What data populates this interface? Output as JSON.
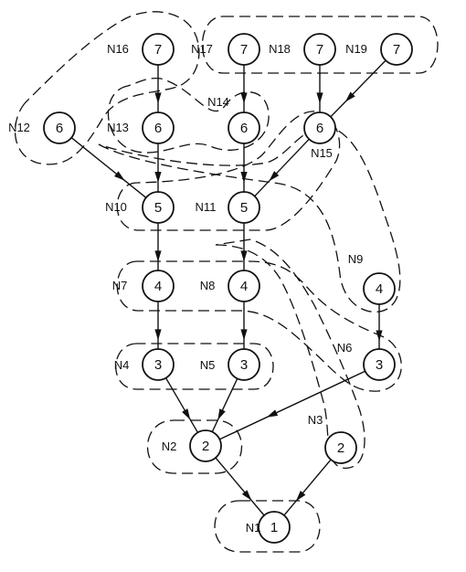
{
  "nodes": [
    {
      "id": "N1",
      "label": "N1",
      "value": "1"
    },
    {
      "id": "N2",
      "label": "N2",
      "value": "2"
    },
    {
      "id": "N3",
      "label": "N3",
      "value": "2"
    },
    {
      "id": "N4",
      "label": "N4",
      "value": "3"
    },
    {
      "id": "N5",
      "label": "N5",
      "value": "3"
    },
    {
      "id": "N6",
      "label": "N6",
      "value": "3"
    },
    {
      "id": "N7",
      "label": "N7",
      "value": "4"
    },
    {
      "id": "N8",
      "label": "N8",
      "value": "4"
    },
    {
      "id": "N9",
      "label": "N9",
      "value": "4"
    },
    {
      "id": "N10",
      "label": "N10",
      "value": "5"
    },
    {
      "id": "N11",
      "label": "N11",
      "value": "5"
    },
    {
      "id": "N12",
      "label": "N12",
      "value": "6"
    },
    {
      "id": "N13",
      "label": "N13",
      "value": "6"
    },
    {
      "id": "N14",
      "label": "N14",
      "value": "6"
    },
    {
      "id": "N15",
      "label": "N15",
      "value": "6"
    },
    {
      "id": "N16",
      "label": "N16",
      "value": "7"
    },
    {
      "id": "N17",
      "label": "N17",
      "value": "7"
    },
    {
      "id": "N18",
      "label": "N18",
      "value": "7"
    },
    {
      "id": "N19",
      "label": "N19",
      "value": "7"
    }
  ],
  "edges": [
    [
      "N16",
      "N13"
    ],
    [
      "N13",
      "N10"
    ],
    [
      "N12",
      "N10"
    ],
    [
      "N17",
      "N14"
    ],
    [
      "N14",
      "N11"
    ],
    [
      "N15",
      "N11"
    ],
    [
      "N18",
      "N15"
    ],
    [
      "N19",
      "N15"
    ],
    [
      "N10",
      "N7"
    ],
    [
      "N11",
      "N8"
    ],
    [
      "N7",
      "N4"
    ],
    [
      "N8",
      "N5"
    ],
    [
      "N9",
      "N6"
    ],
    [
      "N4",
      "N2"
    ],
    [
      "N5",
      "N2"
    ],
    [
      "N6",
      "N2"
    ],
    [
      "N2",
      "N1"
    ],
    [
      "N3",
      "N1"
    ]
  ],
  "groups": [
    {
      "name": "group-n12-n16-n13",
      "members": [
        "N12",
        "N16",
        "N13"
      ]
    },
    {
      "name": "group-n17-n18-n19",
      "members": [
        "N17",
        "N18",
        "N19"
      ]
    },
    {
      "name": "group-n13-n14",
      "members": [
        "N13",
        "N14"
      ]
    },
    {
      "name": "group-n10-n11-n15",
      "members": [
        "N10",
        "N11",
        "N15"
      ]
    },
    {
      "name": "group-n10-n11-n9",
      "members": [
        "N10",
        "N11",
        "N9"
      ]
    },
    {
      "name": "group-n7-n8-n6",
      "members": [
        "N7",
        "N8",
        "N6"
      ]
    },
    {
      "name": "group-n4-n5",
      "members": [
        "N4",
        "N5"
      ]
    },
    {
      "name": "group-n8-n3",
      "members": [
        "N8",
        "N3"
      ]
    },
    {
      "name": "group-n2",
      "members": [
        "N2"
      ]
    },
    {
      "name": "group-n1",
      "members": [
        "N1"
      ]
    }
  ],
  "colors": {
    "ink": "#111111",
    "background": "#ffffff"
  }
}
